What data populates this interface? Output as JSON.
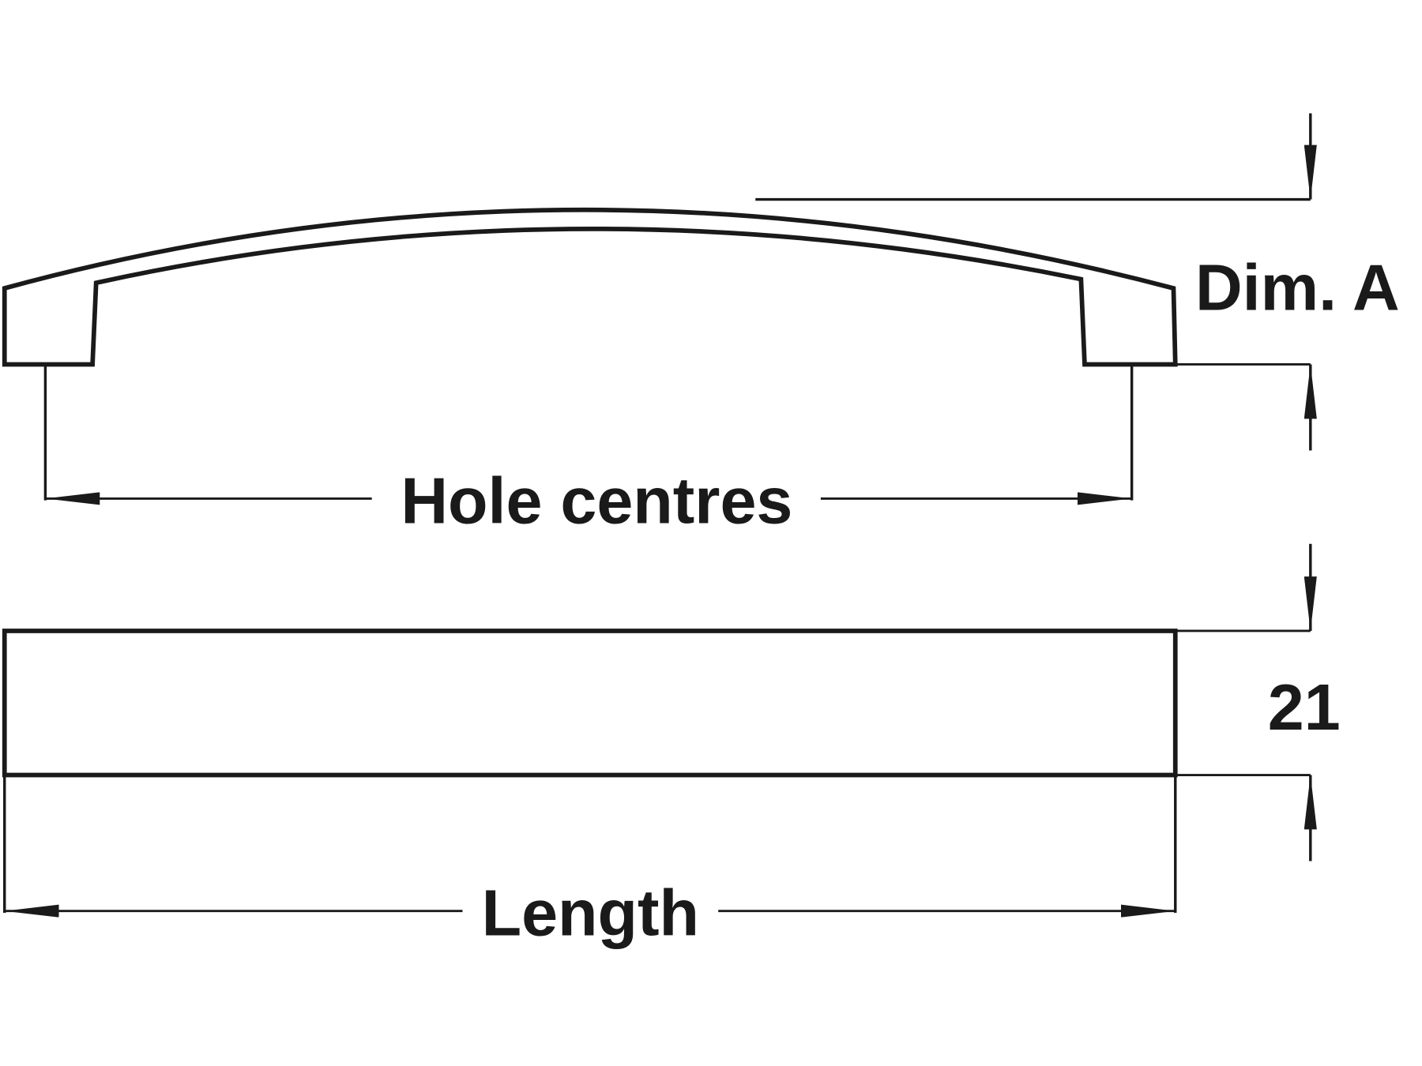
{
  "diagram": {
    "title": "Handle dimension drawing",
    "labels": {
      "dim_a": "Dim. A",
      "hole_centres": "Hole centres",
      "height_value": "21",
      "length": "Length"
    },
    "colors": {
      "line": "#1a1a1a",
      "background": "#ffffff"
    }
  }
}
